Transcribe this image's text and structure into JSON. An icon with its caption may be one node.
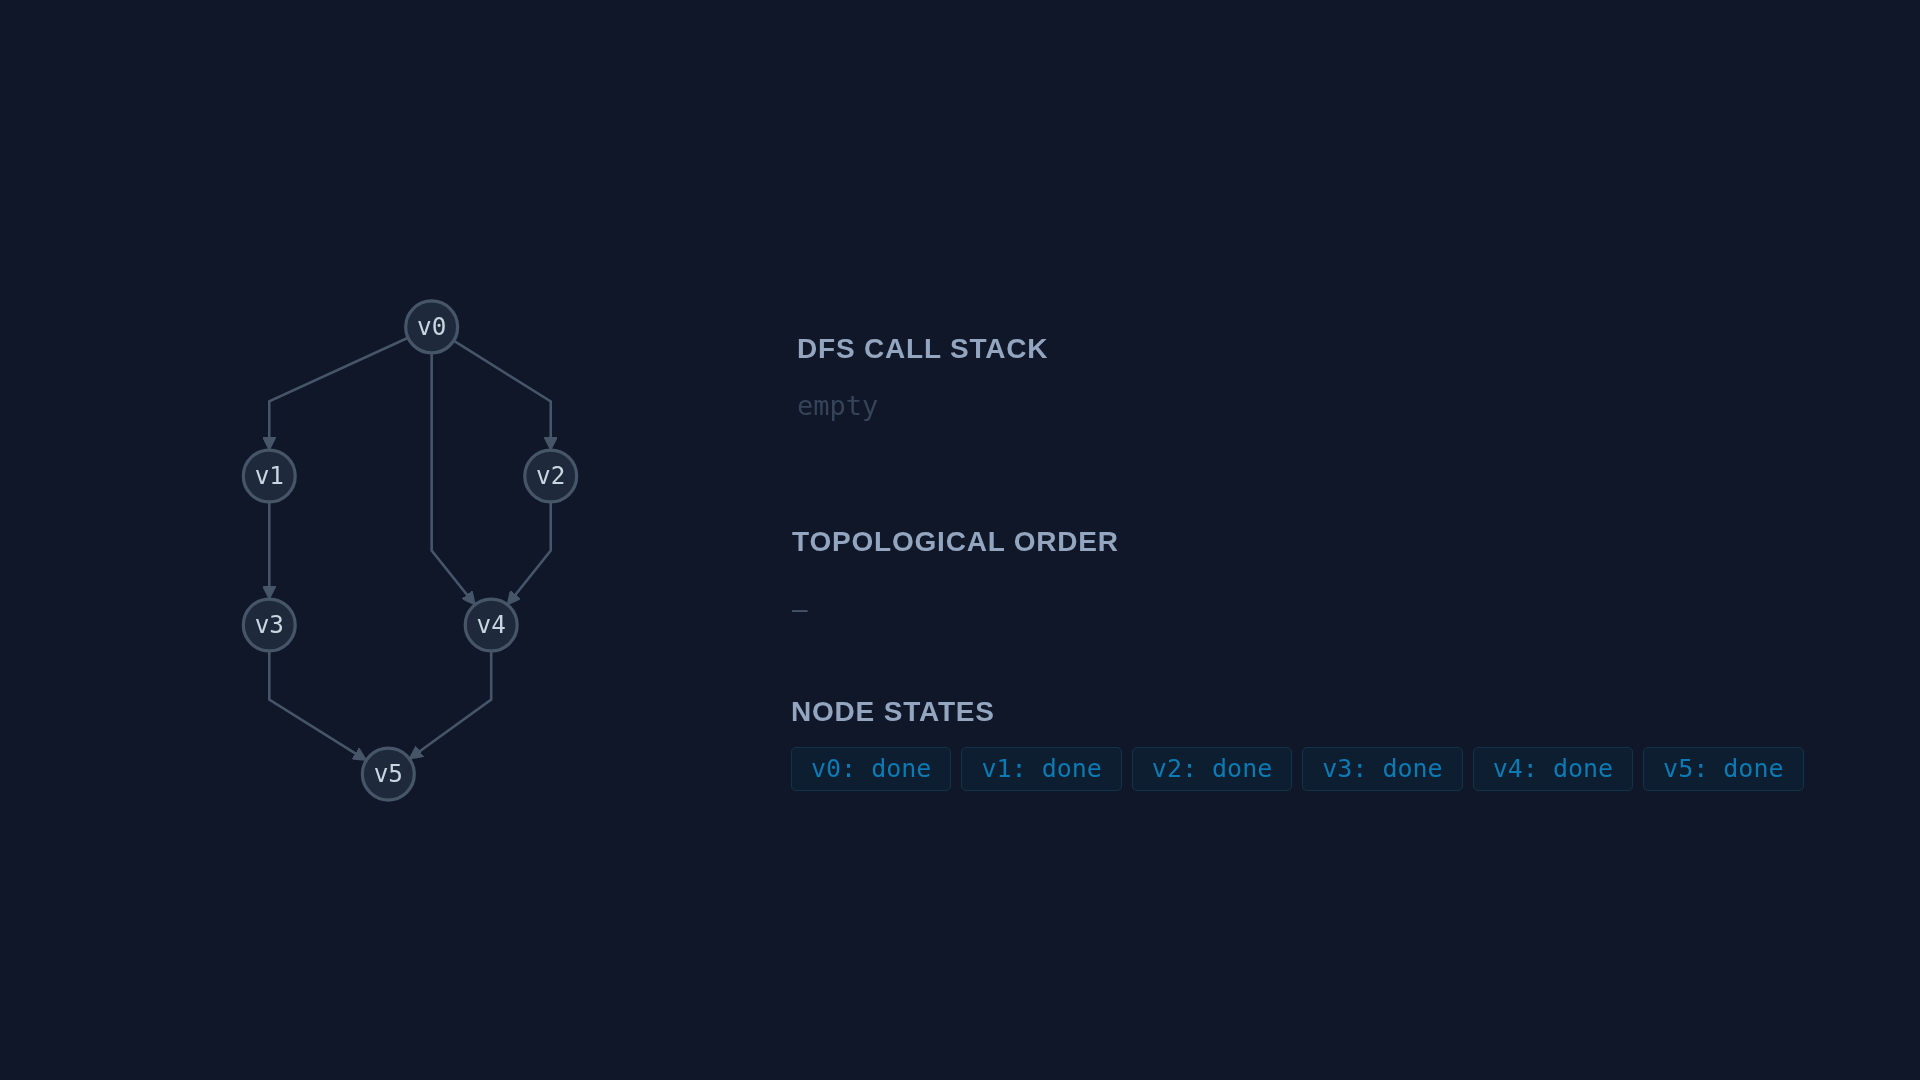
{
  "diagram": {
    "nodes": [
      {
        "text": [
          "v0"
        ]
      },
      {
        "text": [
          "v1"
        ]
      },
      {
        "text": [
          "v2"
        ]
      },
      {
        "text": [
          "v3"
        ]
      },
      {
        "text": [
          "v4"
        ]
      },
      {
        "text": [
          "v5"
        ]
      }
    ],
    "edges": [
      {
        "from": 0,
        "to": 1,
        "arrow": "to"
      },
      {
        "from": 0,
        "to": 2,
        "arrow": "to"
      },
      {
        "from": 0,
        "to": 4,
        "arrow": "to"
      },
      {
        "from": 1,
        "to": 3,
        "arrow": "to"
      },
      {
        "from": 2,
        "to": 4,
        "arrow": "to"
      },
      {
        "from": 3,
        "to": 5,
        "arrow": "to"
      },
      {
        "from": 4,
        "to": 5,
        "arrow": "to"
      }
    ],
    "labels": [
      "DFS CALL STACK",
      "empty",
      "TOPOLOGICAL ORDER",
      "—",
      "NODE STATES",
      "v0: done",
      "v1: done",
      "v2: done",
      "v3: done",
      "v4: done",
      "v5: done"
    ]
  }
}
